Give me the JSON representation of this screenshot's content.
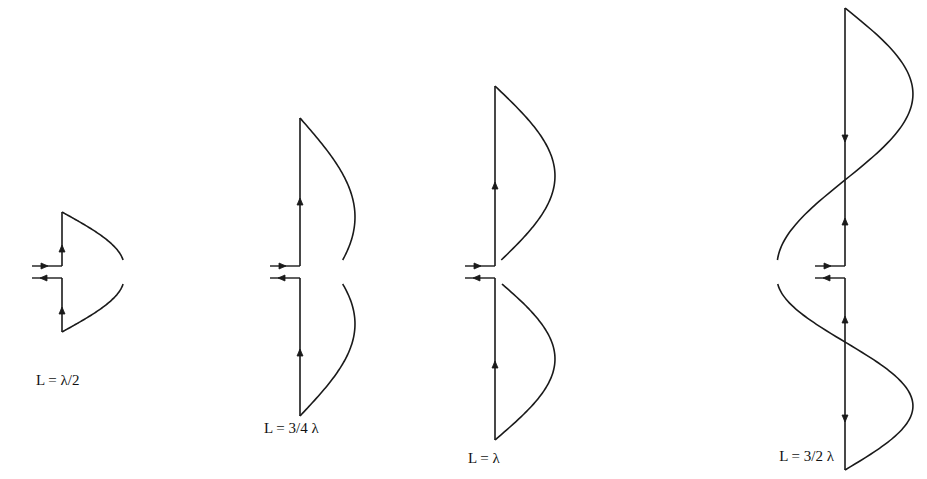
{
  "diagram": {
    "labels": [
      "L = λ/2",
      "L = 3/4 λ",
      "L = λ",
      "L = 3/2 λ"
    ]
  }
}
